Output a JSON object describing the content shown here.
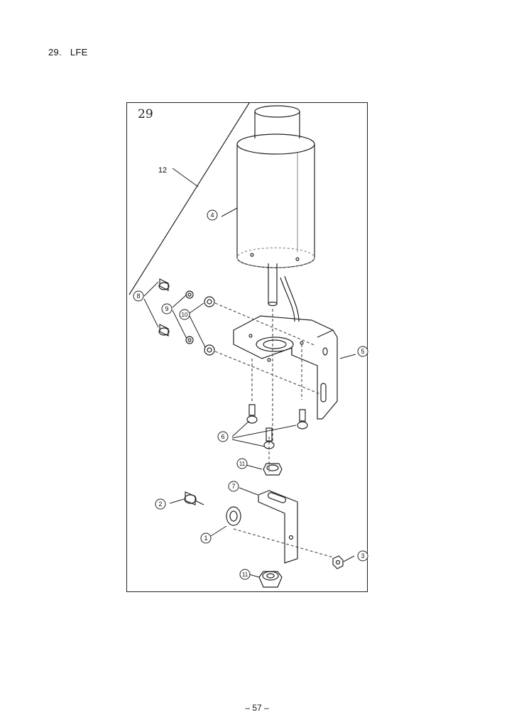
{
  "section": {
    "number": "29.",
    "title": "LFE"
  },
  "figure": {
    "number": "29",
    "callouts": [
      "1",
      "2",
      "3",
      "4",
      "5",
      "6",
      "7",
      "8",
      "9",
      "10",
      "11",
      "12"
    ]
  },
  "footer": {
    "page": "– 57 –"
  }
}
